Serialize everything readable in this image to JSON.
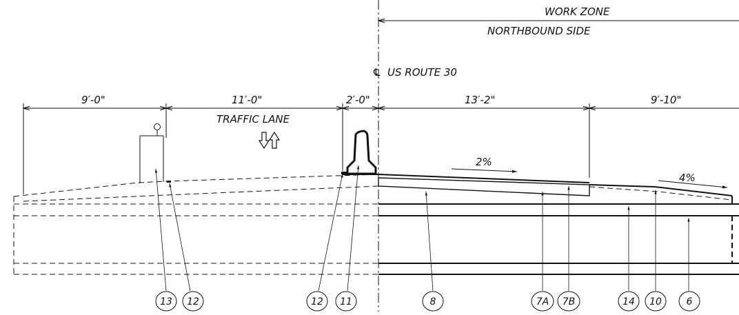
{
  "header": {
    "work_zone": "WORK ZONE",
    "side": "NORTHBOUND SIDE",
    "centerline_symbol": "℄",
    "centerline": "US ROUTE 30"
  },
  "dimensions": {
    "d1": "9′-0\"",
    "d2": "11′-0\"",
    "d3": "2′-0\"",
    "d4": "13′-2\"",
    "d5": "9′-10\""
  },
  "labels": {
    "traffic_lane": "TRAFFIC LANE",
    "slope_1": "2%",
    "slope_2": "4%"
  },
  "callouts": {
    "c13": "13",
    "c12a": "12",
    "c12b": "12",
    "c11": "11",
    "c8": "8",
    "c7a": "7A",
    "c7b": "7B",
    "c14": "14",
    "c10": "10",
    "c6": "6"
  },
  "colors": {
    "ink": "#111111",
    "background": "#ffffff"
  }
}
